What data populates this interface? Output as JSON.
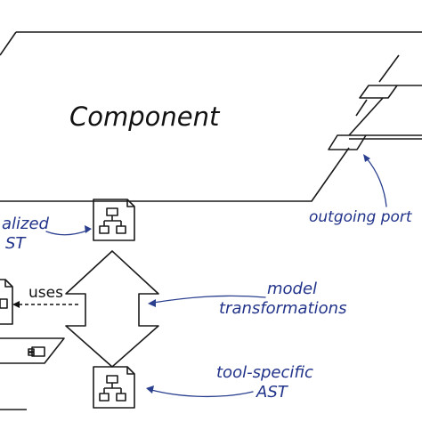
{
  "diagram": {
    "component_label": "Component",
    "outgoing_port_label": "outgoing port",
    "normalized_ast_label_line1": "alized",
    "normalized_ast_label_line2": "ST",
    "uses_label": "uses",
    "model_transformations_line1": "model",
    "model_transformations_line2": "transformations",
    "tool_specific_line1": "tool-specific",
    "tool_specific_line2": "AST"
  }
}
